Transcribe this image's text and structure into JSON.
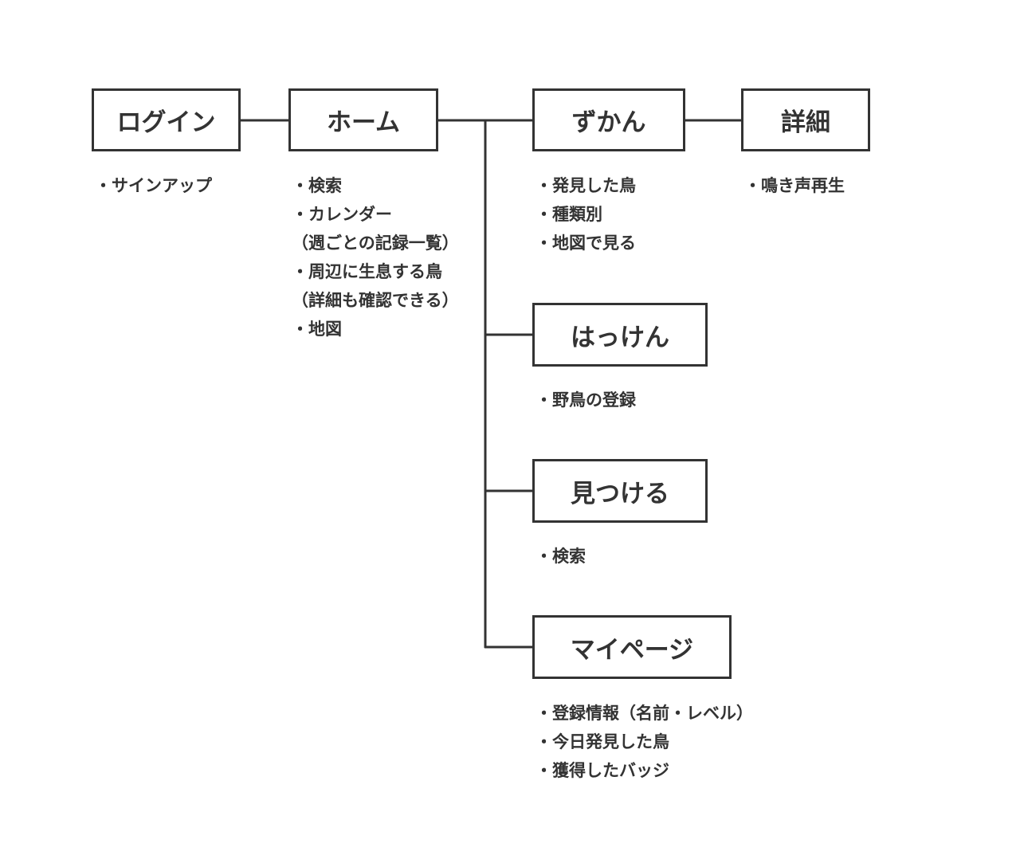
{
  "nodes": {
    "login": {
      "title": "ログイン",
      "notes": [
        "・サインアップ"
      ]
    },
    "home": {
      "title": "ホーム",
      "notes": [
        "・検索",
        "・カレンダー",
        "（週ごとの記録一覧）",
        "・周辺に生息する鳥",
        "（詳細も確認できる）",
        "・地図"
      ]
    },
    "zukan": {
      "title": "ずかん",
      "notes": [
        "・発見した鳥",
        "・種類別",
        "・地図で見る"
      ]
    },
    "detail": {
      "title": "詳細",
      "notes": [
        "・鳴き声再生"
      ]
    },
    "hakken": {
      "title": "はっけん",
      "notes": [
        "・野鳥の登録"
      ]
    },
    "mitsukeru": {
      "title": "見つける",
      "notes": [
        "・検索"
      ]
    },
    "mypage": {
      "title": "マイページ",
      "notes": [
        "・登録情報（名前・レベル）",
        "・今日発見した鳥",
        "・獲得したバッジ"
      ]
    }
  },
  "colors": {
    "stroke": "#333333",
    "background": "#ffffff"
  }
}
